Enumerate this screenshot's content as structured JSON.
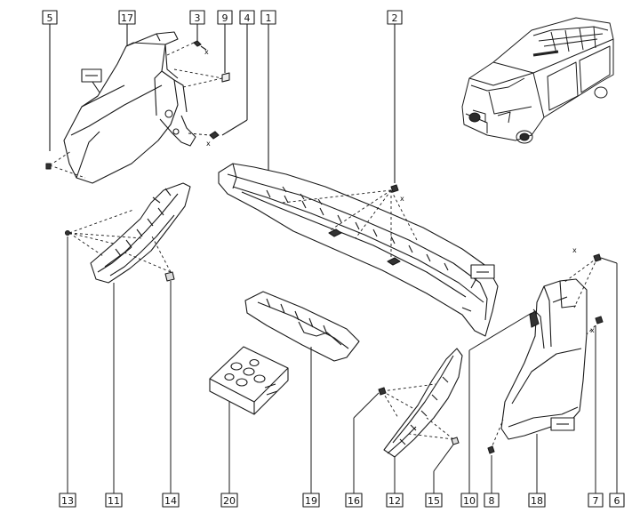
{
  "diagram": {
    "callouts_top": [
      {
        "key": "c5",
        "label": "5"
      },
      {
        "key": "c17",
        "label": "17"
      },
      {
        "key": "c3",
        "label": "3"
      },
      {
        "key": "c9",
        "label": "9"
      },
      {
        "key": "c4",
        "label": "4"
      },
      {
        "key": "c1",
        "label": "1"
      },
      {
        "key": "c2",
        "label": "2"
      }
    ],
    "callouts_bottom": [
      {
        "key": "c13",
        "label": "13"
      },
      {
        "key": "c11",
        "label": "11"
      },
      {
        "key": "c14",
        "label": "14"
      },
      {
        "key": "c20",
        "label": "20"
      },
      {
        "key": "c19",
        "label": "19"
      },
      {
        "key": "c16",
        "label": "16"
      },
      {
        "key": "c12",
        "label": "12"
      },
      {
        "key": "c15",
        "label": "15"
      },
      {
        "key": "c10",
        "label": "10"
      },
      {
        "key": "c8",
        "label": "8"
      },
      {
        "key": "c18",
        "label": "18"
      },
      {
        "key": "c7",
        "label": "7"
      },
      {
        "key": "c6",
        "label": "6"
      }
    ],
    "line_color": "#1a1a1a"
  }
}
